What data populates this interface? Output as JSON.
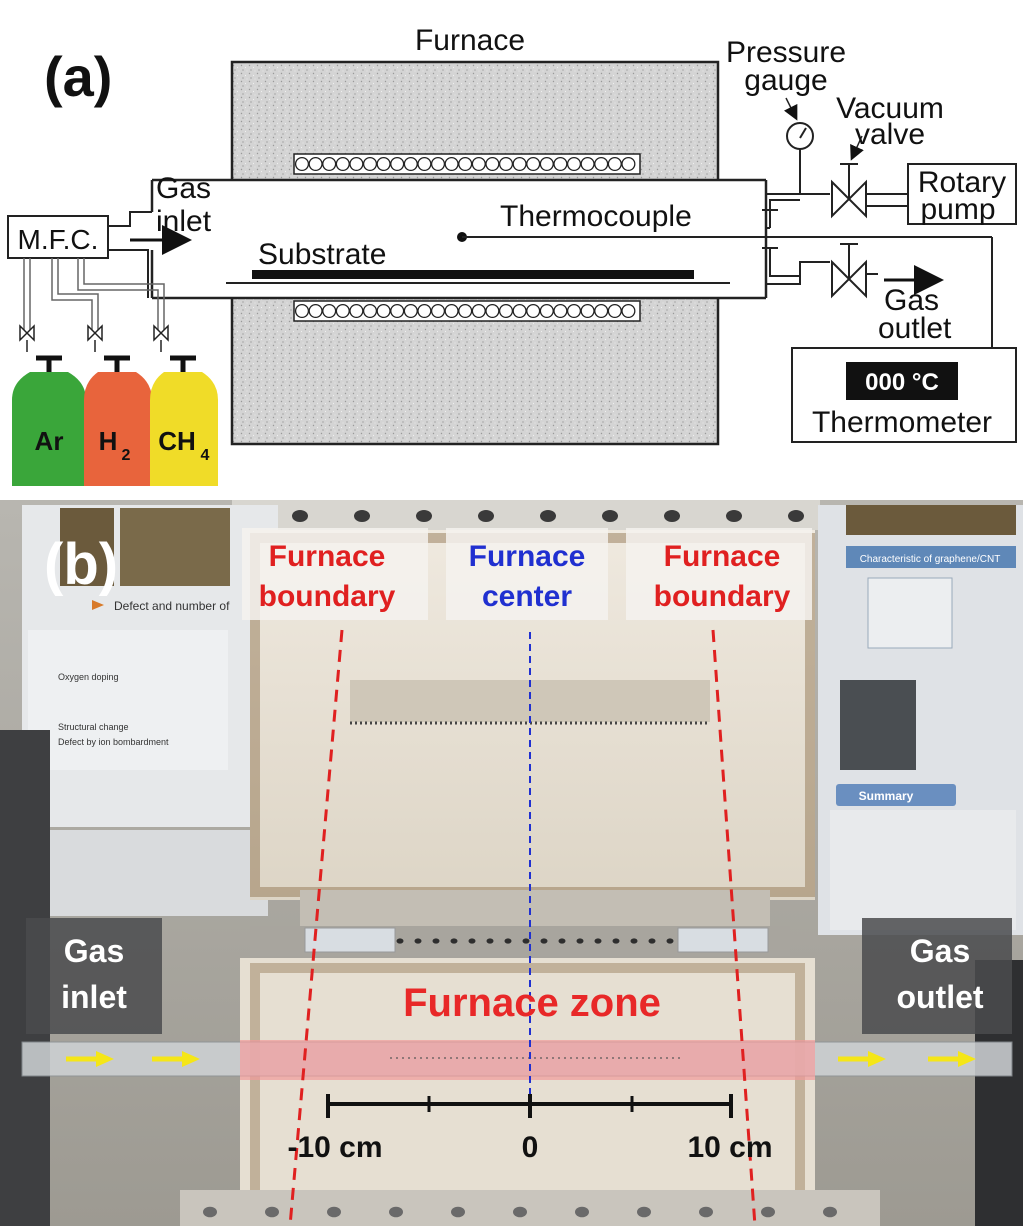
{
  "panel_a": {
    "label": "(a)",
    "furnace": "Furnace",
    "pressure_gauge_line1": "Pressure",
    "pressure_gauge_line2": "gauge",
    "vacuum_valve_line1": "Vacuum",
    "vacuum_valve_line2": "valve",
    "rotary_pump_line1": "Rotary",
    "rotary_pump_line2": "pump",
    "gas_inlet_line1": "Gas",
    "gas_inlet_line2": "inlet",
    "mfc": "M.F.C.",
    "thermocouple": "Thermocouple",
    "substrate": "Substrate",
    "gas_outlet_line1": "Gas",
    "gas_outlet_line2": "outlet",
    "thermometer_display": "000 °C",
    "thermometer": "Thermometer",
    "cylinders": [
      {
        "name": "Ar",
        "sub": "",
        "color": "#3aa63a"
      },
      {
        "name": "H",
        "sub": "2",
        "color": "#e8643c"
      },
      {
        "name": "CH",
        "sub": "4",
        "color": "#f0dc28"
      }
    ]
  },
  "panel_b": {
    "label": "(b)",
    "boundary_left_line1": "Furnace",
    "boundary_left_line2": "boundary",
    "center_line1": "Furnace",
    "center_line2": "center",
    "boundary_right_line1": "Furnace",
    "boundary_right_line2": "boundary",
    "gas_inlet_line1": "Gas",
    "gas_inlet_line2": "inlet",
    "gas_outlet_line1": "Gas",
    "gas_outlet_line2": "outlet",
    "furnace_zone": "Furnace zone",
    "scale_left": "-10 cm",
    "scale_center": "0",
    "scale_right": "10 cm",
    "poster_left_text_1": "Defect and number of",
    "poster_left_text_2": "Oxygen doping",
    "poster_left_text_3": "Structural change",
    "poster_left_text_4": "Defect by ion bombardment",
    "poster_right_title": "Characteristic of graphene/CNT",
    "poster_right_summary": "Summary",
    "colors": {
      "boundary": "#e02020",
      "center": "#2030d0",
      "zone": "#e82828",
      "arrow": "#f5e617"
    }
  }
}
